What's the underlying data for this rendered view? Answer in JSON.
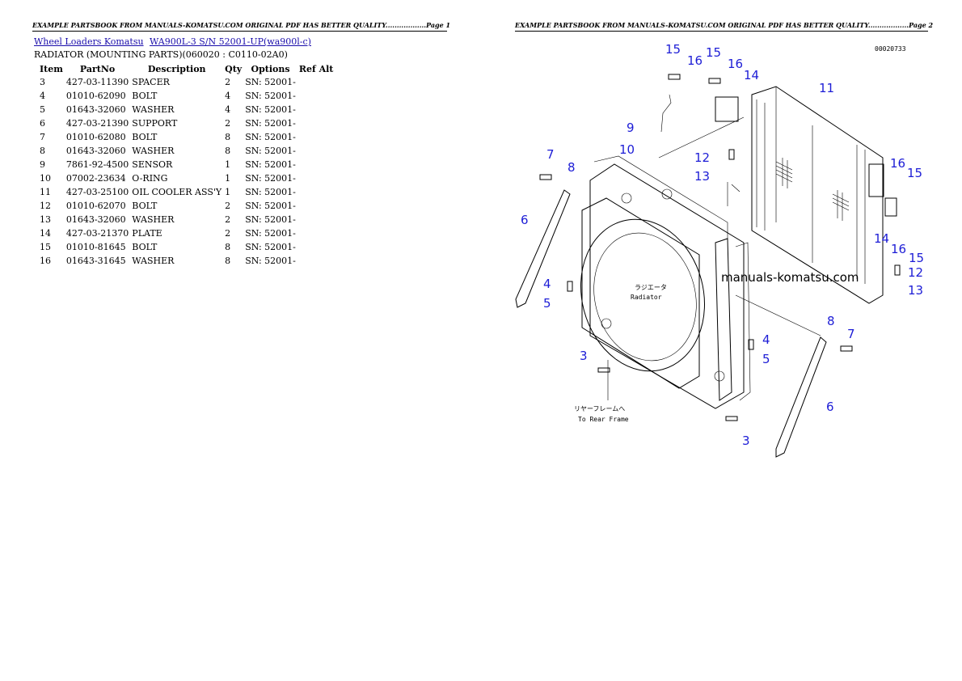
{
  "header": {
    "page1": "EXAMPLE PARTSBOOK FROM MANUALS-KOMATSU.COM ORIGINAL PDF HAS BETTER QUALITY..................Page 1",
    "page2": "EXAMPLE PARTSBOOK FROM MANUALS-KOMATSU.COM ORIGINAL PDF HAS BETTER QUALITY..................Page 2"
  },
  "breadcrumb": {
    "link1": "Wheel Loaders Komatsu",
    "link2": "WA900L-3 S/N 52001-UP(wa900l-c)"
  },
  "subtitle": "RADIATOR (MOUNTING PARTS)(060020 : C0110-02A0)",
  "table": {
    "headers": [
      "Item",
      "PartNo",
      "Description",
      "Qty",
      "Options",
      "Ref Alt"
    ],
    "rows": [
      [
        "3",
        "427-03-11390",
        "SPACER",
        "2",
        "SN: 52001-",
        ""
      ],
      [
        "4",
        "01010-62090",
        "BOLT",
        "4",
        "SN: 52001-",
        ""
      ],
      [
        "5",
        "01643-32060",
        "WASHER",
        "4",
        "SN: 52001-",
        ""
      ],
      [
        "6",
        "427-03-21390",
        "SUPPORT",
        "2",
        "SN: 52001-",
        ""
      ],
      [
        "7",
        "01010-62080",
        "BOLT",
        "8",
        "SN: 52001-",
        ""
      ],
      [
        "8",
        "01643-32060",
        "WASHER",
        "8",
        "SN: 52001-",
        ""
      ],
      [
        "9",
        "7861-92-4500",
        "SENSOR",
        "1",
        "SN: 52001-",
        ""
      ],
      [
        "10",
        "07002-23634",
        "O-RING",
        "1",
        "SN: 52001-",
        ""
      ],
      [
        "11",
        "427-03-25100",
        "OIL COOLER ASS'Y",
        "1",
        "SN: 52001-",
        ""
      ],
      [
        "12",
        "01010-62070",
        "BOLT",
        "2",
        "SN: 52001-",
        ""
      ],
      [
        "13",
        "01643-32060",
        "WASHER",
        "2",
        "SN: 52001-",
        ""
      ],
      [
        "14",
        "427-03-21370",
        "PLATE",
        "2",
        "SN: 52001-",
        ""
      ],
      [
        "15",
        "01010-81645",
        "BOLT",
        "8",
        "SN: 52001-",
        ""
      ],
      [
        "16",
        "01643-31645",
        "WASHER",
        "8",
        "SN: 52001-",
        ""
      ]
    ]
  },
  "diagram": {
    "drawing_no": "00020733",
    "watermark": "manuals-komatsu.com",
    "radiator_jp": "ラジエータ",
    "radiator_en": "Radiator",
    "rear_frame_jp": "リヤーフレームへ",
    "rear_frame_en": "To Rear Frame",
    "callouts": [
      "15",
      "16",
      "15",
      "16",
      "14",
      "11",
      "9",
      "10",
      "12",
      "13",
      "7",
      "8",
      "16",
      "15",
      "6",
      "14",
      "16",
      "15",
      "12",
      "4",
      "13",
      "5",
      "3",
      "8",
      "7",
      "4",
      "5",
      "6",
      "3"
    ]
  }
}
